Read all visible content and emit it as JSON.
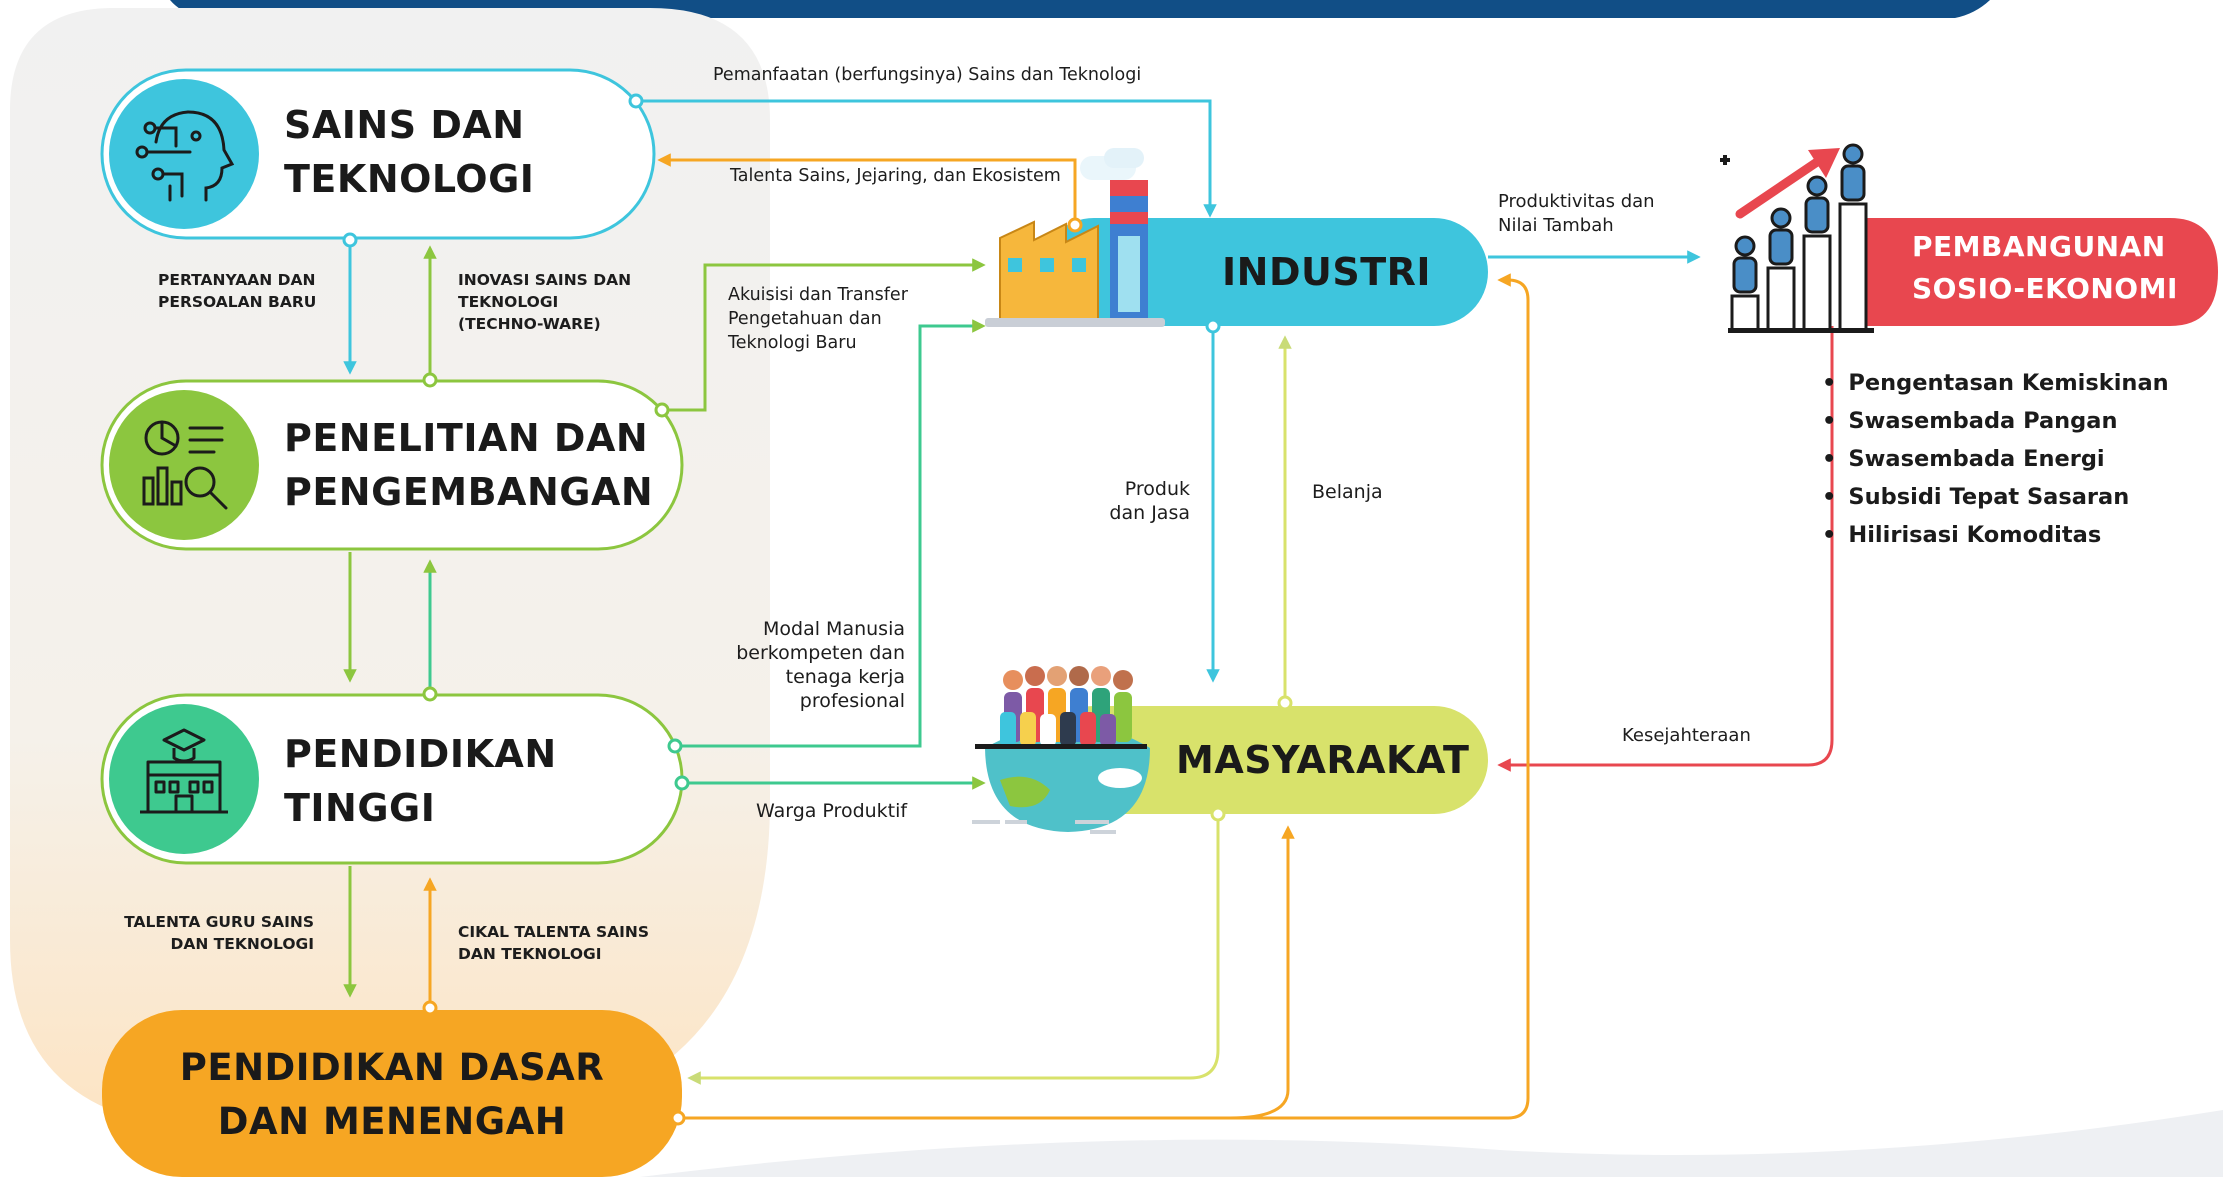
{
  "nodes": {
    "sains": [
      "SAINS DAN",
      "TEKNOLOGI"
    ],
    "penelitian": [
      "PENELITIAN DAN",
      "PENGEMBANGAN"
    ],
    "pt": [
      "PENDIDIKAN",
      "TINGGI"
    ],
    "dasar": [
      "PENDIDIKAN DASAR",
      "DAN MENENGAH"
    ],
    "industri": "INDUSTRI",
    "masyarakat": "MASYARAKAT",
    "pembangunan": [
      "PEMBANGUNAN",
      "SOSIO-EKONOMI"
    ]
  },
  "edges": {
    "pemanfaatan": "Pemanfaatan (berfungsinya) Sains dan Teknologi",
    "talenta_sains": "Talenta Sains, Jejaring, dan Ekosistem",
    "pertanyaan": [
      "PERTANYAAN DAN",
      "PERSOALAN BARU"
    ],
    "inovasi": [
      "INOVASI SAINS DAN",
      "TEKNOLOGI",
      "(TECHNO-WARE)"
    ],
    "akuisisi": [
      "Akuisisi dan Transfer",
      "Pengetahuan dan",
      "Teknologi Baru"
    ],
    "produktivitas": [
      "Produktivitas dan",
      "Nilai Tambah"
    ],
    "produk": [
      "Produk",
      "dan Jasa"
    ],
    "belanja": "Belanja",
    "modal": [
      "Modal Manusia",
      "berkompeten dan",
      "tenaga kerja",
      "profesional"
    ],
    "warga": "Warga Produktif",
    "kesejahteraan": "Kesejahteraan",
    "talenta_guru": [
      "TALENTA GURU SAINS",
      "DAN TEKNOLOGI"
    ],
    "cikal": [
      "CIKAL TALENTA SAINS",
      "DAN TEKNOLOGI"
    ]
  },
  "outcomes": [
    "Pengentasan Kemiskinan",
    "Swasembada Pangan",
    "Swasembada Energi",
    "Subsidi Tepat Sasaran",
    "Hilirisasi Komoditas"
  ],
  "icons": {
    "sains": "brain-circuit-icon",
    "penelitian": "research-chart-icon",
    "pt": "university-building-icon",
    "industri": "factory-icon",
    "masyarakat": "people-globe-icon",
    "pembangunan": "growth-people-chart-icon"
  },
  "colors": {
    "cyan": "#3ec5dd",
    "green": "#8cc63f",
    "orange": "#f6a623",
    "red": "#e8474f",
    "lime": "#d8e26b",
    "banner": "#114e86"
  }
}
